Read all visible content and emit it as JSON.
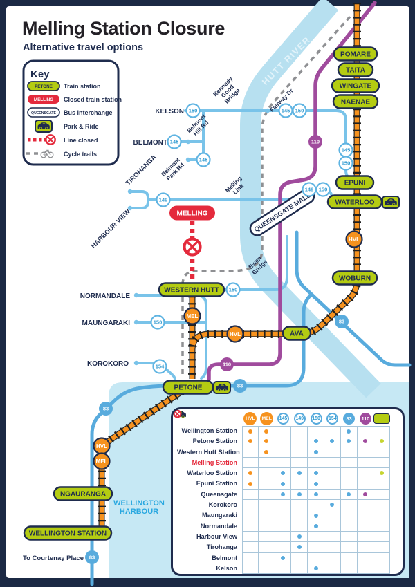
{
  "header": {
    "title": "Melling Station Closure",
    "subtitle": "Alternative travel options"
  },
  "legend": {
    "title": "Key",
    "items": [
      {
        "badge": "PETONE",
        "label": "Train station",
        "type": "train-station"
      },
      {
        "badge": "MELLING",
        "label": "Closed train station",
        "type": "closed-train-station"
      },
      {
        "badge": "QUEENSGATE",
        "label": "Bus interchange",
        "type": "bus-interchange"
      },
      {
        "icon": "park-and-ride",
        "label": "Park & Ride"
      },
      {
        "icon": "line-closed",
        "label": "Line closed"
      },
      {
        "icon": "cycle-trails",
        "label": "Cycle trails"
      }
    ]
  },
  "map": {
    "stations": [
      "POMARE",
      "TAITA",
      "WINGATE",
      "NAENAE",
      "EPUNI",
      "WATERLOO",
      "WOBURN",
      "AVA",
      "WESTERN HUTT",
      "PETONE",
      "NGAURANGA",
      "WELLINGTON STATION"
    ],
    "closed_station": "MELLING",
    "bus_interchange": "QUEENSGATE MALL",
    "badges": [
      {
        "label": "150",
        "kind": "outlined"
      },
      {
        "label": "145",
        "kind": "outlined"
      },
      {
        "label": "150",
        "kind": "outlined"
      },
      {
        "label": "145",
        "kind": "outlined"
      },
      {
        "label": "145",
        "kind": "outlined"
      },
      {
        "label": "149",
        "kind": "outlined"
      },
      {
        "label": "145",
        "kind": "outlined"
      },
      {
        "label": "150",
        "kind": "outlined"
      },
      {
        "label": "149",
        "kind": "outlined"
      },
      {
        "label": "150",
        "kind": "outlined"
      },
      {
        "label": "150",
        "kind": "outlined"
      },
      {
        "label": "150",
        "kind": "outlined"
      },
      {
        "label": "154",
        "kind": "outlined"
      },
      {
        "label": "83",
        "kind": "bus"
      },
      {
        "label": "83",
        "kind": "bus"
      },
      {
        "label": "83",
        "kind": "bus"
      },
      {
        "label": "83",
        "kind": "bus"
      },
      {
        "label": "110",
        "kind": "bus-purple"
      },
      {
        "label": "110",
        "kind": "bus-purple"
      },
      {
        "label": "HVL",
        "kind": "rail"
      },
      {
        "label": "HVL",
        "kind": "rail"
      },
      {
        "label": "MEL",
        "kind": "rail"
      },
      {
        "label": "HVL",
        "kind": "rail"
      },
      {
        "label": "MEL",
        "kind": "rail"
      }
    ],
    "labels": [
      {
        "text": "KELSON"
      },
      {
        "text": "BELMONT"
      },
      {
        "text": "NORMANDALE"
      },
      {
        "text": "MAUNGARAKI"
      },
      {
        "text": "KOROKORO"
      },
      {
        "text": "TIROHANGA"
      },
      {
        "text": "HARBOUR VIEW"
      },
      {
        "text": "Kennedy Good Bridge"
      },
      {
        "text": "Belmont Hill Rd"
      },
      {
        "text": "Belmont Park Rd"
      },
      {
        "text": "Melling Link"
      },
      {
        "text": "Fairway Dr"
      },
      {
        "text": "Ewen Bridge"
      },
      {
        "text": "HUTT RIVER"
      },
      {
        "text": "WELLINGTON HARBOUR"
      },
      {
        "text": "To Courtenay Place"
      }
    ]
  },
  "table": {
    "columns": [
      {
        "id": "HVL",
        "label": "HVL",
        "kind": "rail"
      },
      {
        "id": "MEL",
        "label": "MEL",
        "kind": "rail"
      },
      {
        "id": "145",
        "label": "145",
        "kind": "outlined"
      },
      {
        "id": "149",
        "label": "149",
        "kind": "outlined"
      },
      {
        "id": "150",
        "label": "150",
        "kind": "outlined"
      },
      {
        "id": "154",
        "label": "154",
        "kind": "outlined"
      },
      {
        "id": "83",
        "label": "83",
        "kind": "bus"
      },
      {
        "id": "110",
        "label": "110",
        "kind": "bus-purple"
      },
      {
        "id": "PR",
        "label": "",
        "kind": "park-ride"
      }
    ],
    "rows": [
      {
        "name": "Wellington Station",
        "marks": {
          "HVL": "dot",
          "MEL": "dot",
          "83": "dot"
        }
      },
      {
        "name": "Petone Station",
        "marks": {
          "HVL": "dot",
          "MEL": "dot",
          "150": "dot",
          "154": "dot",
          "83": "dot",
          "110": "dot",
          "PR": "dot"
        }
      },
      {
        "name": "Western Hutt Station",
        "marks": {
          "MEL": "dot",
          "150": "dot"
        }
      },
      {
        "name": "Melling Station",
        "closed": true,
        "marks": {
          "MEL": "closed",
          "145": "closed",
          "149": "closed",
          "PR": "closed"
        }
      },
      {
        "name": "Waterloo Station",
        "marks": {
          "HVL": "dot",
          "145": "dot",
          "149": "dot",
          "150": "dot",
          "PR": "dot"
        }
      },
      {
        "name": "Epuni Station",
        "marks": {
          "HVL": "dot",
          "145": "dot",
          "150": "dot"
        }
      },
      {
        "name": "Queensgate",
        "marks": {
          "145": "dot",
          "149": "dot",
          "150": "dot",
          "83": "dot",
          "110": "dot"
        }
      },
      {
        "name": "Korokoro",
        "marks": {
          "154": "dot"
        }
      },
      {
        "name": "Maungaraki",
        "marks": {
          "150": "dot"
        }
      },
      {
        "name": "Normandale",
        "marks": {
          "150": "dot"
        }
      },
      {
        "name": "Harbour View",
        "marks": {
          "149": "dot"
        }
      },
      {
        "name": "Tirohanga",
        "marks": {
          "149": "dot"
        }
      },
      {
        "name": "Belmont",
        "marks": {
          "145": "dot"
        }
      },
      {
        "name": "Kelson",
        "marks": {
          "150": "dot"
        }
      }
    ]
  },
  "colors": {
    "navy": "#1f2c4e",
    "orange": "#f6921e",
    "green": "#b4cc12",
    "red": "#e42a3c",
    "bus_blue": "#58abdd",
    "route_blue": "#79c3e9",
    "purple": "#a04b9d",
    "river": "#b7e0f0",
    "harbour_panel": "#c6e8f4",
    "harbour_text": "#29a8e0",
    "trail_grey": "#8f9093"
  }
}
